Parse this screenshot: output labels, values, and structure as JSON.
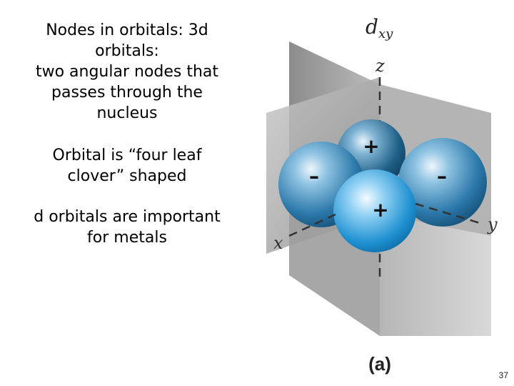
{
  "slide": {
    "title_block": [
      "Nodes in orbitals: 3d",
      "orbitals:",
      "two angular nodes that",
      "passes through the",
      "nucleus"
    ],
    "clover_block": [
      "Orbital is “four leaf",
      "clover” shaped"
    ],
    "metals_block": [
      "d orbitals are important",
      "for metals"
    ],
    "page_number": "37"
  },
  "figure": {
    "orbital_label_main": "d",
    "orbital_label_sub": "xy",
    "axis_z": "z",
    "axis_x": "x",
    "axis_y": "y",
    "lobe_back": "+",
    "lobe_left": "–",
    "lobe_right": "–",
    "lobe_front": "+",
    "panel_label": "(a)",
    "colors": {
      "lobe_dark": "#1f5f86",
      "lobe_bright": "#1e90d0",
      "plane": "#9a9a9a"
    }
  }
}
